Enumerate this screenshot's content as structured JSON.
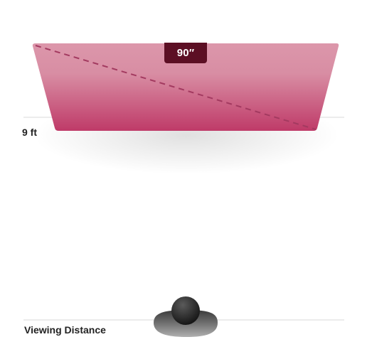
{
  "tv": {
    "size_label": "90″",
    "distance_label": "9 ft"
  },
  "viewer": {
    "label": "Viewing Distance"
  },
  "colors": {
    "screen_light": "#dc97ab",
    "screen_dark": "#bf3a68",
    "badge": "#5c0f24",
    "reference_line": "#d9d9d9",
    "head_dark": "#222222",
    "head_light": "#8a8a8a"
  }
}
